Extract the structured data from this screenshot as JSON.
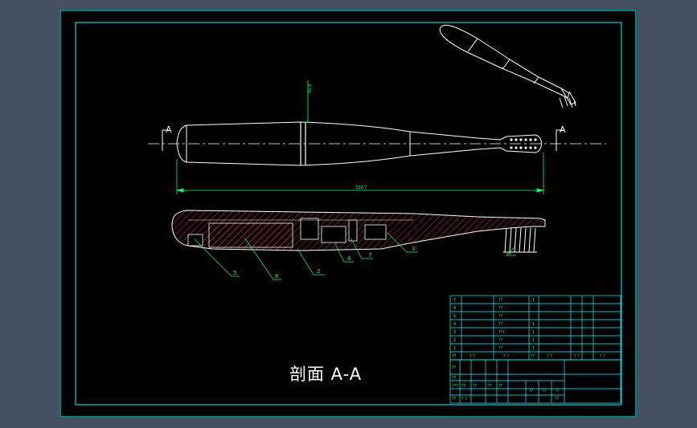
{
  "section_title": "剖面 A-A",
  "section_marks": {
    "left": "A",
    "right": "A"
  },
  "dimensions": {
    "vertical": "46.8",
    "overall_length": "189.7"
  },
  "part_callouts": [
    "5",
    "6",
    "2",
    "4",
    "7",
    "3",
    "1"
  ],
  "parts_list_rows": [
    {
      "no": "7",
      "name": "??",
      "qty": "1"
    },
    {
      "no": "6",
      "name": "??",
      "qty": ""
    },
    {
      "no": "5",
      "name": "??",
      "qty": ""
    },
    {
      "no": "4",
      "name": "??",
      "qty": "1"
    },
    {
      "no": "3",
      "name": "???",
      "qty": "1"
    },
    {
      "no": "2",
      "name": "??",
      "qty": "1"
    },
    {
      "no": "1",
      "name": "??",
      "qty": "1"
    }
  ],
  "parts_list_header": [
    "??",
    "? ?",
    "? ?",
    "??",
    "? ?",
    "? ?",
    "? ?"
  ],
  "title_block_cells": [
    "??",
    "??",
    "???",
    "??",
    "??",
    "??",
    "??",
    "??",
    "? ?",
    "??",
    "??",
    "??",
    "??"
  ],
  "colors": {
    "background": "#435162",
    "sheet": "#000000",
    "frame": "#00ffff",
    "geometry": "#ffffff",
    "dimension": "#00ff66",
    "hatch": "#ff3030"
  }
}
